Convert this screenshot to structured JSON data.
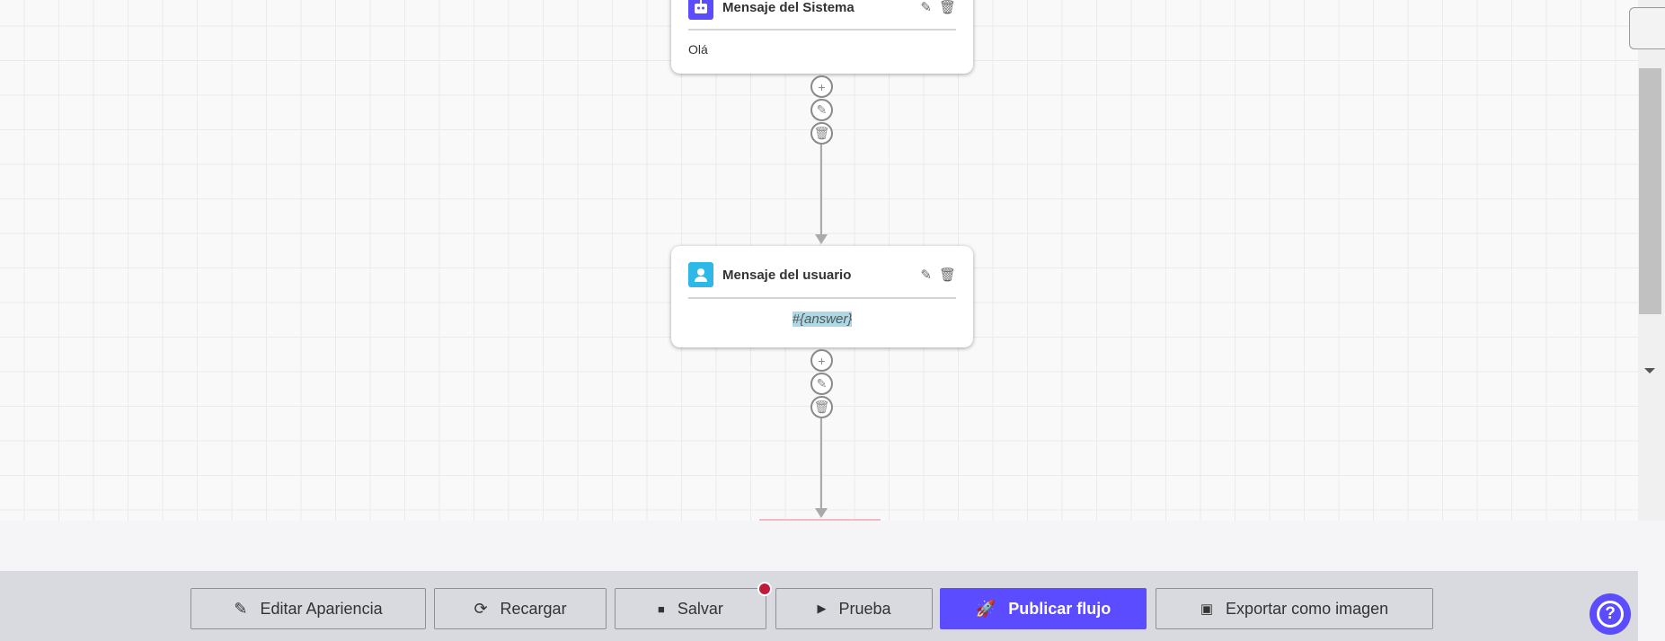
{
  "nodes": [
    {
      "type": "system",
      "title": "Mensaje del Sistema",
      "content": "Olá",
      "icon": "robot-icon",
      "color": "#5b4dff"
    },
    {
      "type": "user",
      "title": "Mensaje del usuario",
      "content": "#{answer}",
      "icon": "user-icon",
      "color": "#2db8e8"
    }
  ],
  "toolbar": {
    "edit_appearance": "Editar Apariencia",
    "reload": "Recargar",
    "save": "Salvar",
    "test": "Prueba",
    "publish": "Publicar flujo",
    "export": "Exportar como imagen"
  },
  "colors": {
    "accent": "#5b4dff",
    "unsaved_dot": "#c0193a"
  },
  "help": {
    "icon": "question-icon"
  }
}
